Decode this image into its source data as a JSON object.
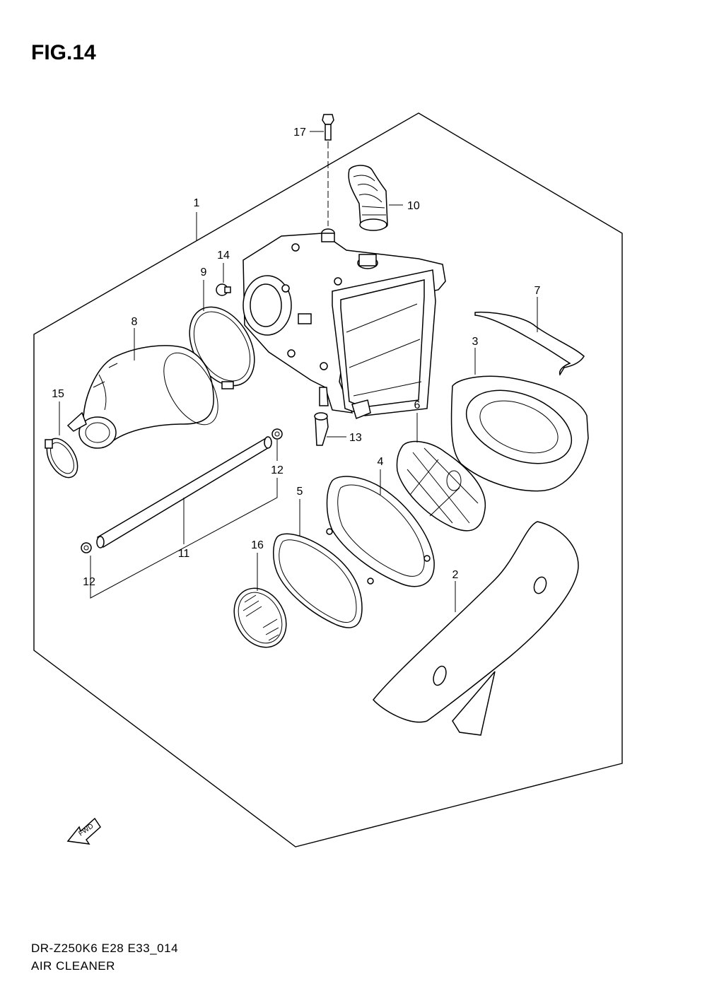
{
  "figure": {
    "title": "FIG.14",
    "model_code": "DR-Z250K6 E28 E33_014",
    "section_name": "AIR CLEANER"
  },
  "fwd_label": "FWD",
  "callouts": [
    "1",
    "2",
    "3",
    "4",
    "5",
    "6",
    "7",
    "8",
    "9",
    "10",
    "11",
    "12",
    "12",
    "13",
    "14",
    "15",
    "16",
    "17"
  ]
}
